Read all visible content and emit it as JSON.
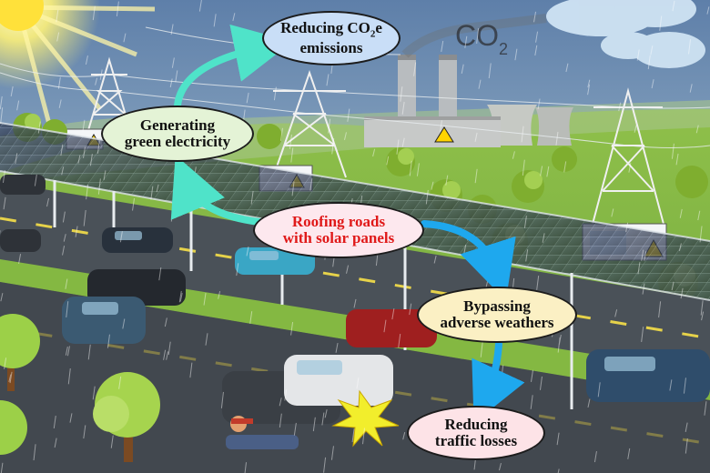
{
  "labels": {
    "co2": {
      "line1_prefix": "Reducing CO",
      "line1_sub": "2",
      "line1_suffix": "e",
      "line2": "emissions"
    },
    "green": {
      "line1": "Generating",
      "line2": "green electricity"
    },
    "roof": {
      "line1": "Roofing roads",
      "line2": "with solar panels"
    },
    "bypass": {
      "line1": "Bypassing",
      "line2": "adverse weathers"
    },
    "traffic": {
      "line1": "Reducing",
      "line2": "traffic losses"
    }
  },
  "smoke_text": {
    "main": "CO",
    "sub": "2"
  },
  "colors": {
    "arrow_up": "#4fe3c9",
    "arrow_down": "#1ea8ee",
    "roof_text": "#e01919",
    "hazard": "#ffd400"
  },
  "icons": [
    "sun-icon",
    "cloud-icon",
    "rain-icon",
    "tower-icon",
    "power-plant-icon",
    "inverter-icon",
    "tree-icon",
    "car-icon",
    "crash-icon"
  ]
}
